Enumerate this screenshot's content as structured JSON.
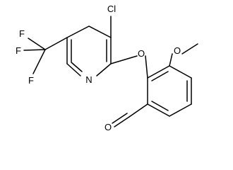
{
  "molecule": {
    "atoms": {
      "cl": "Cl",
      "o_ether": "O",
      "o_methoxy": "O",
      "n_ring": "N",
      "o_aldehyde": "O",
      "f1": "F",
      "f2": "F",
      "f3": "F"
    }
  },
  "colors": {
    "bond": "#000000",
    "label": "#000000",
    "background": "#ffffff"
  }
}
